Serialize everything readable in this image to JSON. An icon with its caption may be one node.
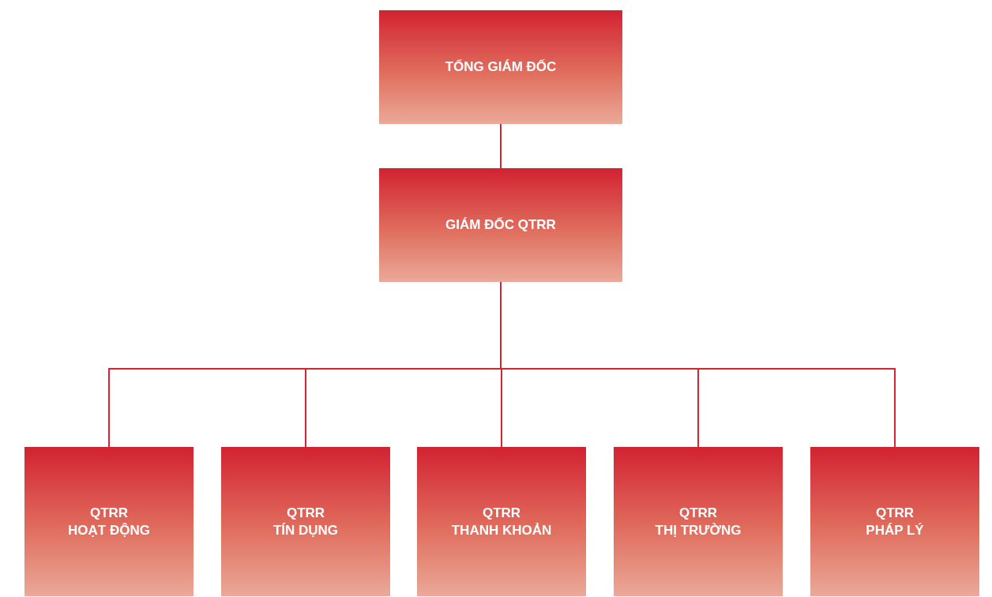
{
  "diagram": {
    "nodes": [
      {
        "text": [
          "TỔNG GIÁM ĐỐC"
        ]
      },
      {
        "text": [
          "GIÁM ĐỐC QTRR"
        ]
      },
      {
        "text": [
          "QTRR",
          "HOẠT ĐỘNG"
        ]
      },
      {
        "text": [
          "QTRR",
          "TÍN DỤNG"
        ]
      },
      {
        "text": [
          "QTRR",
          "THANH KHOẢN"
        ]
      },
      {
        "text": [
          "QTRR",
          "THỊ TRƯỜNG"
        ]
      },
      {
        "text": [
          "QTRR",
          "PHÁP LÝ"
        ]
      }
    ],
    "edges": [
      {
        "from": 0,
        "to": 1,
        "arrow": "none"
      },
      {
        "from": 1,
        "to": 2,
        "arrow": "none"
      },
      {
        "from": 1,
        "to": 3,
        "arrow": "none"
      },
      {
        "from": 1,
        "to": 4,
        "arrow": "none"
      },
      {
        "from": 1,
        "to": 5,
        "arrow": "none"
      },
      {
        "from": 1,
        "to": 6,
        "arrow": "none"
      }
    ]
  }
}
